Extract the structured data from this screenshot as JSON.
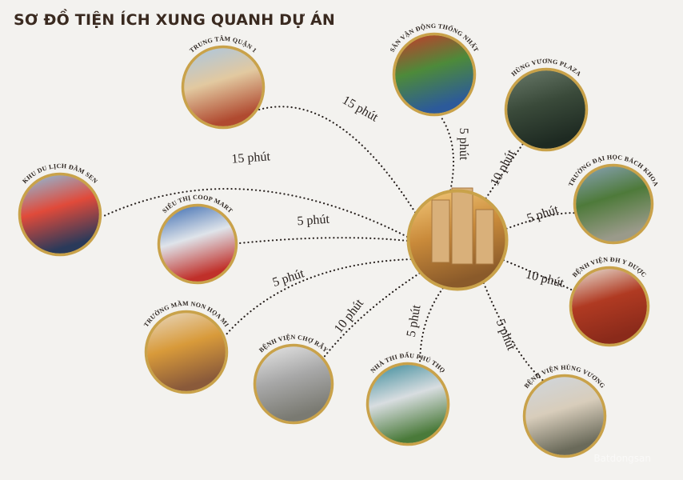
{
  "title": "SƠ ĐỒ TIỆN ÍCH XUNG QUANH DỰ ÁN",
  "watermark": "Batdongsan",
  "colors": {
    "ring": "#c9a24a",
    "line": "#2a2320",
    "background": "#f3f2ef"
  },
  "center": {
    "name": "project",
    "colors": [
      "#f4c97a",
      "#c98a3a",
      "#8a5a2a"
    ]
  },
  "amenities": [
    {
      "id": "trung-tam-quan-1",
      "label": "TRUNG TÂM QUẬN 1",
      "time": "15 phút",
      "colors": [
        "#a9c6e2",
        "#e2c9a0",
        "#b04a30"
      ]
    },
    {
      "id": "san-van-dong-thong-nhat",
      "label": "SÂN VẬN ĐỘNG THỐNG NHẤT",
      "time": "5 phút",
      "colors": [
        "#c63a2a",
        "#4d8a3a",
        "#2c5a9a"
      ]
    },
    {
      "id": "hung-vuong-plaza",
      "label": "HÙNG VƯƠNG PLAZA",
      "time": "10 phút",
      "colors": [
        "#6a7a6a",
        "#3a4a3a",
        "#1e2a22"
      ]
    },
    {
      "id": "dai-hoc-bach-khoa",
      "label": "TRƯỜNG ĐẠI HỌC BÁCH KHOA",
      "time": "5 phút",
      "colors": [
        "#8aa2b8",
        "#4e7a3a",
        "#9a9a8a"
      ]
    },
    {
      "id": "benh-vien-dh-y-duoc",
      "label": "BỆNH VIỆN ĐH Y DƯỢC",
      "time": "10 phút",
      "colors": [
        "#e8e2d6",
        "#b03a22",
        "#8a2a1a"
      ]
    },
    {
      "id": "benh-vien-hung-vuong",
      "label": "BỆNH VIỆN HÙNG VƯƠNG",
      "time": "5 phút",
      "colors": [
        "#cfd6de",
        "#d8cdbb",
        "#6a6a5a"
      ]
    },
    {
      "id": "nha-thi-dau-phu-tho",
      "label": "NHÀ THI ĐẤU PHÚ THỌ",
      "time": "5 phút",
      "colors": [
        "#3a8a9a",
        "#d8dde0",
        "#4a7a3a"
      ]
    },
    {
      "id": "benh-vien-cho-ray",
      "label": "BỆNH VIỆN CHỢ RẪY",
      "time": "10 phút",
      "colors": [
        "#e6e6e6",
        "#a8a8a8",
        "#7a7a72"
      ]
    },
    {
      "id": "mam-non-hoa-mi",
      "label": "TRƯỜNG MẦM NON HỌA MI",
      "time": "5 phút",
      "colors": [
        "#e8d8c0",
        "#d89a3a",
        "#8a5a3a"
      ]
    },
    {
      "id": "sieu-thi-coop-mart",
      "label": "SIÊU THỊ COOP MART",
      "time": "5 phút",
      "colors": [
        "#3a6ab0",
        "#dfe4ea",
        "#c0302a"
      ]
    },
    {
      "id": "khu-du-lich-dam-sen",
      "label": "KHU DU LỊCH ĐẦM SEN",
      "time": "15 phút",
      "colors": [
        "#8ac0e0",
        "#e04a3a",
        "#2a3a5a"
      ]
    }
  ]
}
